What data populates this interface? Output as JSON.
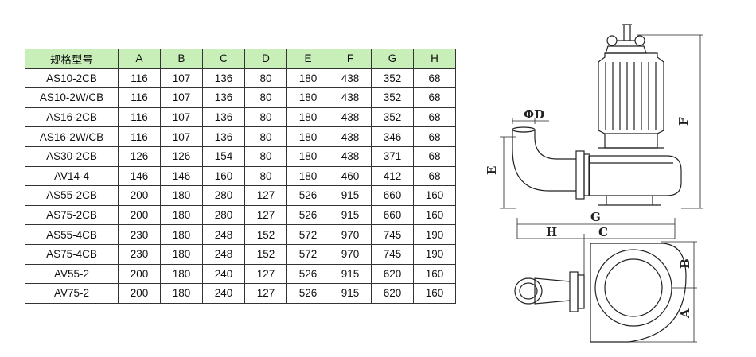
{
  "table": {
    "headers": [
      "规格型号",
      "A",
      "B",
      "C",
      "D",
      "E",
      "F",
      "G",
      "H"
    ],
    "rows": [
      [
        "AS10-2CB",
        "116",
        "107",
        "136",
        "80",
        "180",
        "438",
        "352",
        "68"
      ],
      [
        "AS10-2W/CB",
        "116",
        "107",
        "136",
        "80",
        "180",
        "438",
        "352",
        "68"
      ],
      [
        "AS16-2CB",
        "116",
        "107",
        "136",
        "80",
        "180",
        "438",
        "352",
        "68"
      ],
      [
        "AS16-2W/CB",
        "116",
        "107",
        "136",
        "80",
        "180",
        "438",
        "346",
        "68"
      ],
      [
        "AS30-2CB",
        "126",
        "126",
        "154",
        "80",
        "180",
        "438",
        "371",
        "68"
      ],
      [
        "AV14-4",
        "146",
        "146",
        "160",
        "80",
        "180",
        "460",
        "412",
        "68"
      ],
      [
        "AS55-2CB",
        "200",
        "180",
        "280",
        "127",
        "526",
        "915",
        "660",
        "160"
      ],
      [
        "AS75-2CB",
        "200",
        "180",
        "280",
        "127",
        "526",
        "915",
        "660",
        "160"
      ],
      [
        "AS55-4CB",
        "230",
        "180",
        "248",
        "152",
        "572",
        "970",
        "745",
        "190"
      ],
      [
        "AS75-4CB",
        "230",
        "180",
        "248",
        "152",
        "572",
        "970",
        "745",
        "190"
      ],
      [
        "AV55-2",
        "200",
        "180",
        "240",
        "127",
        "526",
        "915",
        "620",
        "160"
      ],
      [
        "AV75-2",
        "200",
        "180",
        "240",
        "127",
        "526",
        "915",
        "620",
        "160"
      ]
    ]
  },
  "drawing": {
    "dimension_labels": {
      "phi_d": "ΦD",
      "e": "E",
      "f": "F",
      "g": "G",
      "h": "H",
      "c": "C",
      "b": "B",
      "a": "A"
    }
  },
  "colors": {
    "header_background": "#c8efb8",
    "border": "#333333"
  }
}
